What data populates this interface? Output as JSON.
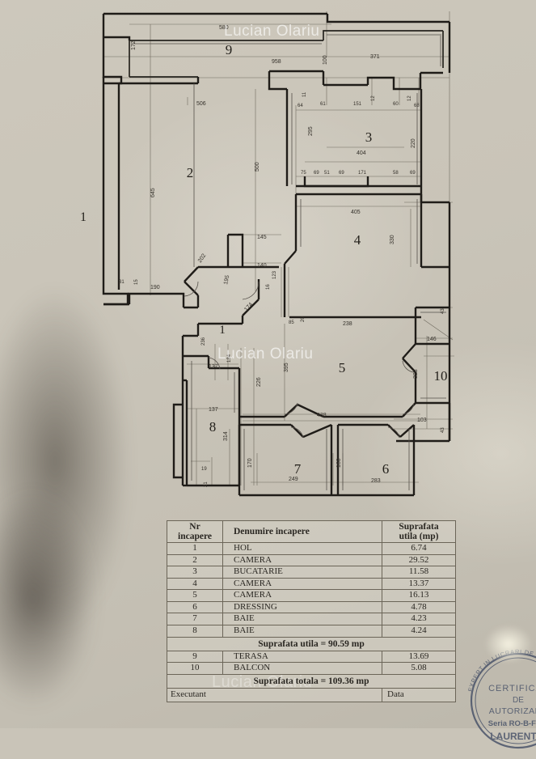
{
  "document": {
    "type": "architectural-floor-plan",
    "watermark_text": "Lucian Olariu"
  },
  "plan": {
    "room_numbers": [
      "1",
      "2",
      "3",
      "4",
      "5",
      "6",
      "7",
      "8",
      "9",
      "10"
    ],
    "section_marker": "1",
    "labels": {
      "r1": "1",
      "r2": "2",
      "r3": "3",
      "r4": "4",
      "r5": "5",
      "r6": "6",
      "r7": "7",
      "r8": "8",
      "r9": "9",
      "r10": "10"
    },
    "dimensions": {
      "d580": "580",
      "d172": "172",
      "d958": "958",
      "d371": "371",
      "d100": "100",
      "d506": "506",
      "d11": "11",
      "d64": "64",
      "d61": "61",
      "d151": "151",
      "d12a": "12",
      "d60": "60",
      "d12b": "12",
      "d68": "68",
      "d295": "295",
      "d404": "404",
      "d220": "220",
      "d500": "500",
      "d645": "645",
      "d75": "75",
      "d69a": "69",
      "d51": "51",
      "d69b": "69",
      "d171": "171",
      "d58": "58",
      "d69c": "69",
      "d405": "405",
      "d330": "330",
      "d145": "145",
      "d140": "140",
      "d123": "123",
      "d16": "16",
      "d202": "202",
      "d195": "195",
      "d31": "31",
      "d15": "15",
      "d190": "190",
      "d174": "174",
      "d85": "85",
      "d20": "20",
      "d238": "238",
      "d43a": "43",
      "d146": "146",
      "d323": "323",
      "d103": "103",
      "d43b": "43",
      "d236": "236",
      "d137a": "137",
      "d137b": "137",
      "d134": "134",
      "d226": "226",
      "d395": "395",
      "d438": "438",
      "d314": "314",
      "d19": "19",
      "d21": "21",
      "d170": "170",
      "d249": "249",
      "d160": "160",
      "d283": "283"
    }
  },
  "table": {
    "headers": {
      "nr_line1": "Nr",
      "nr_line2": "incapere",
      "name": "Denumire incapere",
      "area_line1": "Suprafata",
      "area_line2": "utila (mp)"
    },
    "rows": [
      {
        "nr": "1",
        "name": "HOL",
        "area": "6.74"
      },
      {
        "nr": "2",
        "name": "CAMERA",
        "area": "29.52"
      },
      {
        "nr": "3",
        "name": "BUCATARIE",
        "area": "11.58"
      },
      {
        "nr": "4",
        "name": "CAMERA",
        "area": "13.37"
      },
      {
        "nr": "5",
        "name": "CAMERA",
        "area": "16.13"
      },
      {
        "nr": "6",
        "name": "DRESSING",
        "area": "4.78"
      },
      {
        "nr": "7",
        "name": "BAIE",
        "area": "4.23"
      },
      {
        "nr": "8",
        "name": "BAIE",
        "area": "4.24"
      }
    ],
    "subtotal": "Suprafata utila = 90.59 mp",
    "rows2": [
      {
        "nr": "9",
        "name": "TERASA",
        "area": "13.69"
      },
      {
        "nr": "10",
        "name": "BALCON",
        "area": "5.08"
      }
    ],
    "total": "Suprafata totala = 109.36 mp",
    "footer": {
      "executant": "Executant",
      "data": "Data"
    }
  },
  "stamp": {
    "line1": "CERTIFICAT",
    "line2": "DE",
    "line3": "AUTORIZARE",
    "line4": "Seria RO-B-F Nr.",
    "line5": "LAURENTIU",
    "arc": "EXPERT IN LUCRARI DE CADASTRU"
  },
  "colors": {
    "paper": "#c9c4b8",
    "ink": "#2a2722",
    "wall": "#1f1c18",
    "thin": "#6b6558",
    "watermark": "rgba(255,255,255,0.62)"
  }
}
